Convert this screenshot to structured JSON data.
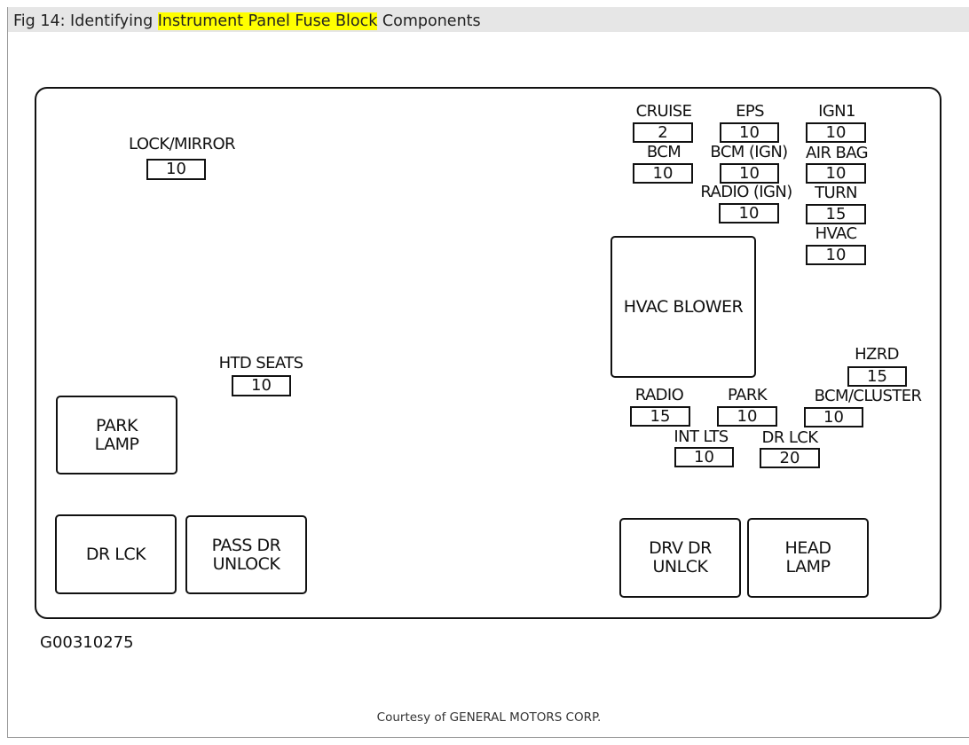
{
  "title": {
    "prefix": "Fig 14: Identifying ",
    "highlight": "Instrument Panel Fuse Block",
    "suffix": " Components"
  },
  "diagram": {
    "fuses": [
      {
        "id": "lock-mirror",
        "label": "LOCK/MIRROR",
        "rating": "10"
      },
      {
        "id": "htd-seats",
        "label": "HTD SEATS",
        "rating": "10"
      },
      {
        "id": "cruise",
        "label": "CRUISE",
        "rating": "2"
      },
      {
        "id": "eps",
        "label": "EPS",
        "rating": "10"
      },
      {
        "id": "ign1",
        "label": "IGN1",
        "rating": "10"
      },
      {
        "id": "bcm",
        "label": "BCM",
        "rating": "10"
      },
      {
        "id": "bcm-ign",
        "label": "BCM (IGN)",
        "rating": "10"
      },
      {
        "id": "air-bag",
        "label": "AIR BAG",
        "rating": "10"
      },
      {
        "id": "radio-ign",
        "label": "RADIO (IGN)",
        "rating": "10"
      },
      {
        "id": "turn",
        "label": "TURN",
        "rating": "15"
      },
      {
        "id": "hvac",
        "label": "HVAC",
        "rating": "10"
      },
      {
        "id": "hzrd",
        "label": "HZRD",
        "rating": "15"
      },
      {
        "id": "radio",
        "label": "RADIO",
        "rating": "15"
      },
      {
        "id": "park",
        "label": "PARK",
        "rating": "10"
      },
      {
        "id": "bcm-cluster",
        "label": "BCM/CLUSTER",
        "rating": "10"
      },
      {
        "id": "int-lts",
        "label": "INT LTS",
        "rating": "10"
      },
      {
        "id": "dr-lck",
        "label": "DR LCK",
        "rating": "20"
      }
    ],
    "relays": [
      {
        "id": "hvac-blower",
        "label": "HVAC BLOWER"
      },
      {
        "id": "park-lamp",
        "label": "PARK\nLAMP"
      },
      {
        "id": "dr-lck",
        "label": "DR LCK"
      },
      {
        "id": "pass-dr-unlock",
        "label": "PASS DR\nUNLOCK"
      },
      {
        "id": "drv-dr-unlck",
        "label": "DRV DR\nUNLCK"
      },
      {
        "id": "head-lamp",
        "label": "HEAD\nLAMP"
      }
    ]
  },
  "figure_number": "G00310275",
  "courtesy": "Courtesy of GENERAL MOTORS CORP."
}
